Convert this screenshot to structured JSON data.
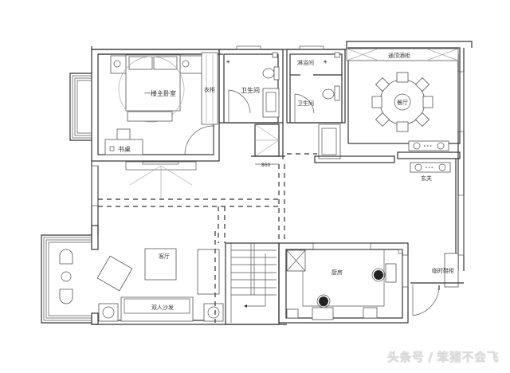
{
  "plan": {
    "rooms": {
      "master_bedroom": "一楼主卧室",
      "wardrobe": "衣柜",
      "desk": "书桌",
      "bathroom_1": "卫生间",
      "shower_room": "淋浴间",
      "bathroom_2": "卫生间",
      "wine_cabinet": "通顶酒柜",
      "dining_room": "餐厅",
      "foyer": "玄关",
      "living_room": "客厅",
      "loveseat": "双人沙发",
      "kitchen": "厨房",
      "temp_shoe_cabinet": "临时鞋柜"
    },
    "dimensions": {
      "stair_width": "860"
    }
  },
  "watermark": "头条号 / 笨猪不会飞",
  "colors": {
    "wall": "#333333",
    "background": "#ffffff",
    "watermark": "#e8e8e8"
  }
}
